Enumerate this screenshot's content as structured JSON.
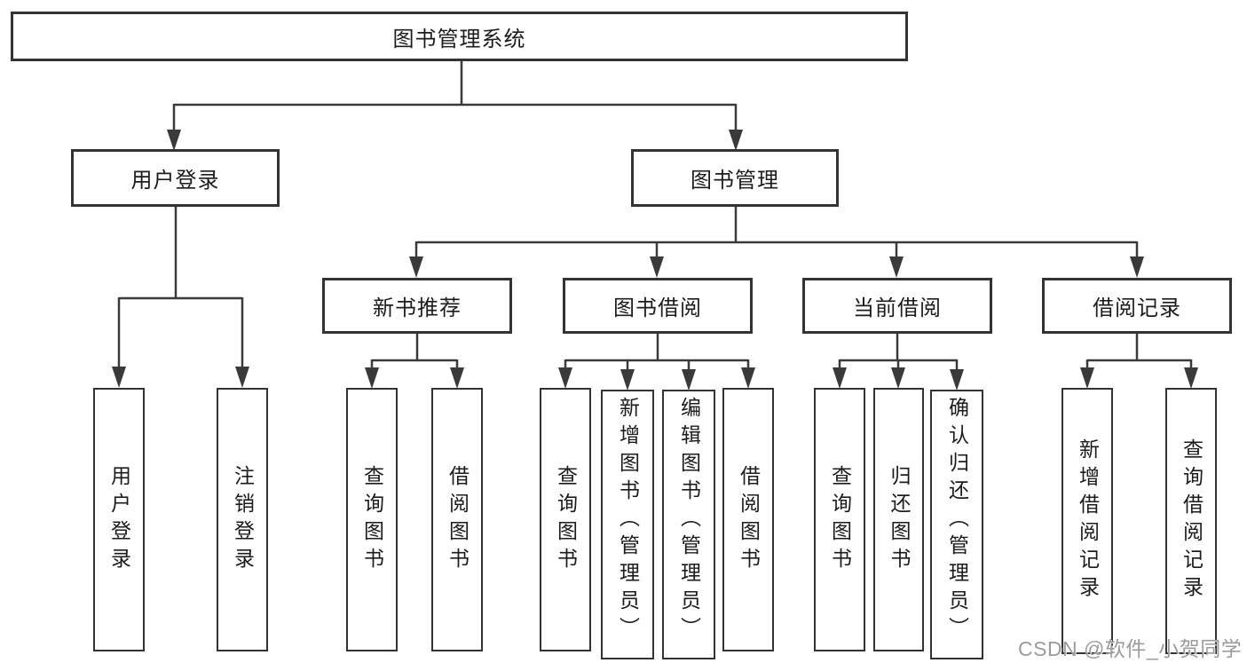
{
  "diagram": {
    "root": {
      "label": "图书管理系统"
    },
    "level1": {
      "user_login": {
        "label": "用户登录"
      },
      "book_management": {
        "label": "图书管理"
      }
    },
    "level2": {
      "new_book_recommendation": {
        "label": "新书推荐"
      },
      "book_borrowing": {
        "label": "图书借阅"
      },
      "current_borrowing": {
        "label": "当前借阅"
      },
      "borrowing_records": {
        "label": "借阅记录"
      }
    },
    "leaves": {
      "user_login": "用户登录",
      "logout": "注销登录",
      "recommend_query_books": "查询图书",
      "recommend_borrow_books": "借阅图书",
      "borrowing_query_books": "查询图书",
      "borrowing_add_books_admin": "新增图书（管理员）",
      "borrowing_edit_books_admin": "编辑图书（管理员）",
      "borrowing_borrow_books": "借阅图书",
      "current_query_books": "查询图书",
      "current_return_books": "归还图书",
      "current_confirm_return_admin": "确认归还（管理员）",
      "records_add_borrow_record": "新增借阅记录",
      "records_query_borrow_record": "查询借阅记录"
    }
  },
  "watermark": "CSDN @软件_小贺同学"
}
